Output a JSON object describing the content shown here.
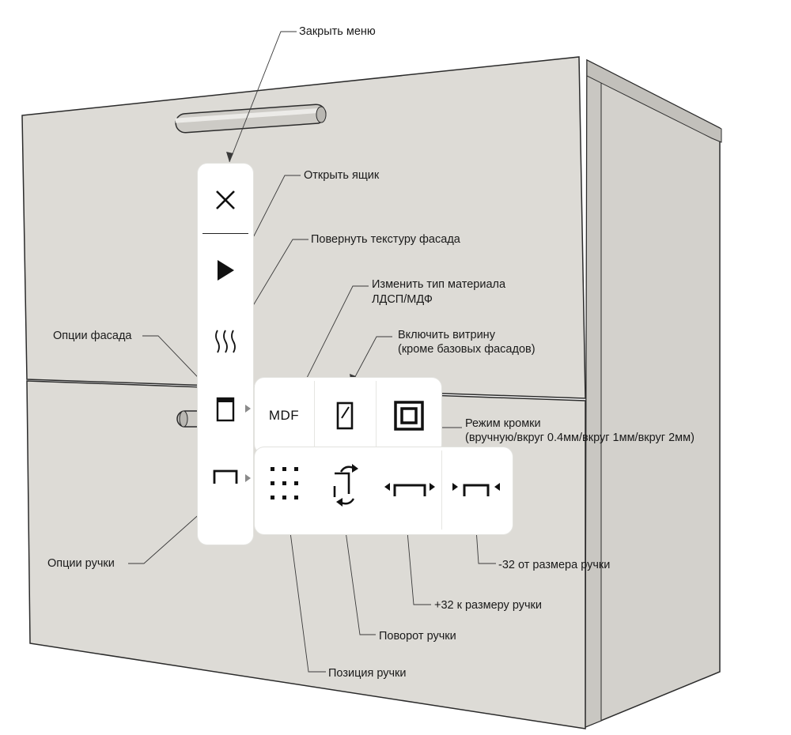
{
  "callouts": {
    "close_menu": "Закрыть меню",
    "open_drawer": "Открыть ящик",
    "rotate_texture": "Повернуть текстуру фасада",
    "material_line1": "Изменить тип материала",
    "material_line2": "ЛДСП/МДФ",
    "vitrine_line1": "Включить витрину",
    "vitrine_line2": "(кроме базовых фасадов)",
    "facade_options": "Опции фасада",
    "edge_mode_line1": "Режим кромки",
    "edge_mode_line2": "(вручную/вкруг 0.4мм/вкруг 1мм/вкруг 2мм)",
    "handle_options": "Опции ручки",
    "handle_minus": "-32 от размера ручки",
    "handle_plus": "+32 к размеру ручки",
    "handle_rotate": "Поворот ручки",
    "handle_position": "Позиция ручки"
  },
  "toolbar": {
    "material_button_label": "MDF"
  },
  "icons": {
    "close": "close-icon",
    "play": "play-icon",
    "texture": "texture-waves-icon",
    "facade": "facade-icon",
    "handle": "handle-icon",
    "vitrine": "vitrine-icon",
    "edge": "edge-frame-icon",
    "position": "dots-grid-icon",
    "rotate": "rotate-handle-icon",
    "plus32": "handle-expand-icon",
    "minus32": "handle-shrink-icon"
  },
  "colors": {
    "cabinet_front": "#dddbd6",
    "cabinet_side": "#d3d1cc",
    "cabinet_edge": "#c9c7c2",
    "outline": "#2b2b2b",
    "icon": "#111111"
  }
}
